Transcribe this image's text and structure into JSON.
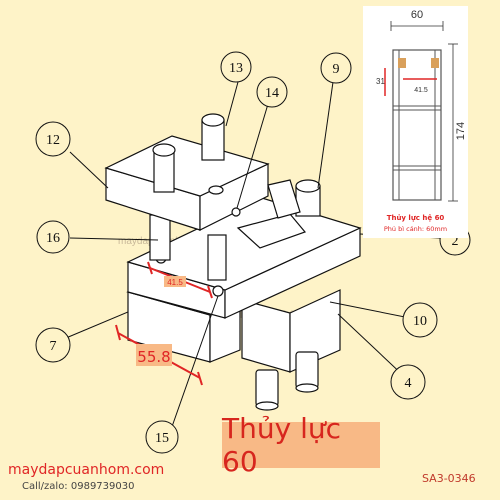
{
  "callouts": {
    "c13": "13",
    "c14": "14",
    "c9": "9",
    "c12": "12",
    "c16": "16",
    "c2": "2",
    "c7": "7",
    "c10": "10",
    "c4": "4",
    "c15": "15"
  },
  "dims": {
    "small": "41.5",
    "large": "55.8"
  },
  "watermark": "maydapcuanhom.com",
  "title": "Thủy lực 60",
  "footer": {
    "site": "maydapcuanhom.com",
    "phone": "Call/zalo: 0989739030",
    "code": "SA3-0346"
  },
  "inset": {
    "width": "60",
    "height": "174",
    "h31": "31",
    "w415": "41.5",
    "caption": "Thủy lực hệ 60",
    "sub": "Phủ bì cánh: 60mm"
  },
  "colors": {
    "bg": "#fef3c8",
    "red": "#e02626",
    "highlight": "#f8b986"
  }
}
